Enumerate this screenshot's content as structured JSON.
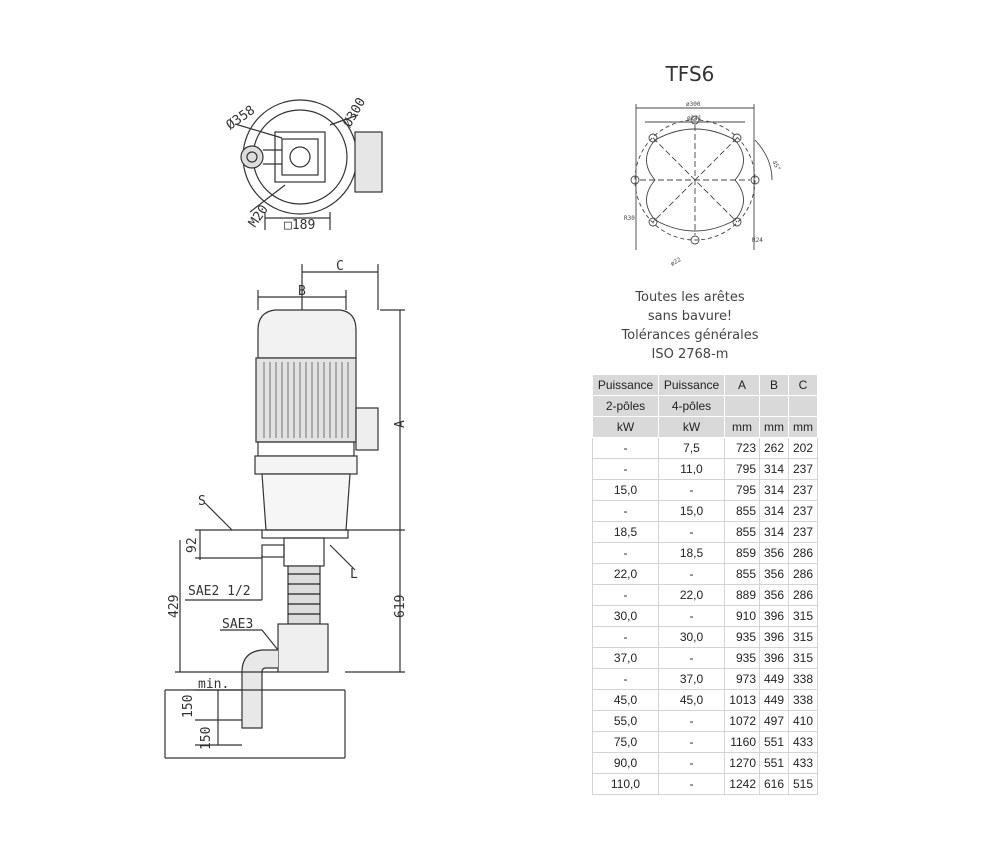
{
  "title": "TFS6",
  "notes": [
    "Toutes les arêtes",
    "sans bavure!",
    "Tolérances générales",
    "ISO 2768-m"
  ],
  "drawing_labels": {
    "dia358": "Ø358",
    "dia300": "Ø300",
    "m20": "M20",
    "sq189": "□189",
    "c": "C",
    "b": "B",
    "a": "A",
    "s": "S",
    "d92": "92",
    "l": "L",
    "sae2": "SAE2 1/2",
    "d429": "429",
    "d619": "619",
    "sae3": "SAE3",
    "min": "min.",
    "d150a": "150",
    "d150b": "150"
  },
  "flange_labels": {
    "d300": "ø300",
    "d241": "ø241",
    "angle": "45°",
    "r30": "R30",
    "r24": "R24",
    "d22": "ø22"
  },
  "table": {
    "headers": [
      {
        "l1": "Puissance",
        "l2": "2-pôles",
        "unit": "kW"
      },
      {
        "l1": "Puissance",
        "l2": "4-pôles",
        "unit": "kW"
      },
      {
        "l1": "A",
        "l2": "",
        "unit": "mm"
      },
      {
        "l1": "B",
        "l2": "",
        "unit": "mm"
      },
      {
        "l1": "C",
        "l2": "",
        "unit": "mm"
      }
    ],
    "rows": [
      [
        "-",
        "7,5",
        "723",
        "262",
        "202"
      ],
      [
        "-",
        "11,0",
        "795",
        "314",
        "237"
      ],
      [
        "15,0",
        "-",
        "795",
        "314",
        "237"
      ],
      [
        "-",
        "15,0",
        "855",
        "314",
        "237"
      ],
      [
        "18,5",
        "-",
        "855",
        "314",
        "237"
      ],
      [
        "-",
        "18,5",
        "859",
        "356",
        "286"
      ],
      [
        "22,0",
        "-",
        "855",
        "356",
        "286"
      ],
      [
        "-",
        "22,0",
        "889",
        "356",
        "286"
      ],
      [
        "30,0",
        "-",
        "910",
        "396",
        "315"
      ],
      [
        "-",
        "30,0",
        "935",
        "396",
        "315"
      ],
      [
        "37,0",
        "-",
        "935",
        "396",
        "315"
      ],
      [
        "-",
        "37,0",
        "973",
        "449",
        "338"
      ],
      [
        "45,0",
        "45,0",
        "1013",
        "449",
        "338"
      ],
      [
        "55,0",
        "-",
        "1072",
        "497",
        "410"
      ],
      [
        "75,0",
        "-",
        "1160",
        "551",
        "433"
      ],
      [
        "90,0",
        "-",
        "1270",
        "551",
        "433"
      ],
      [
        "110,0",
        "-",
        "1242",
        "616",
        "515"
      ]
    ]
  }
}
